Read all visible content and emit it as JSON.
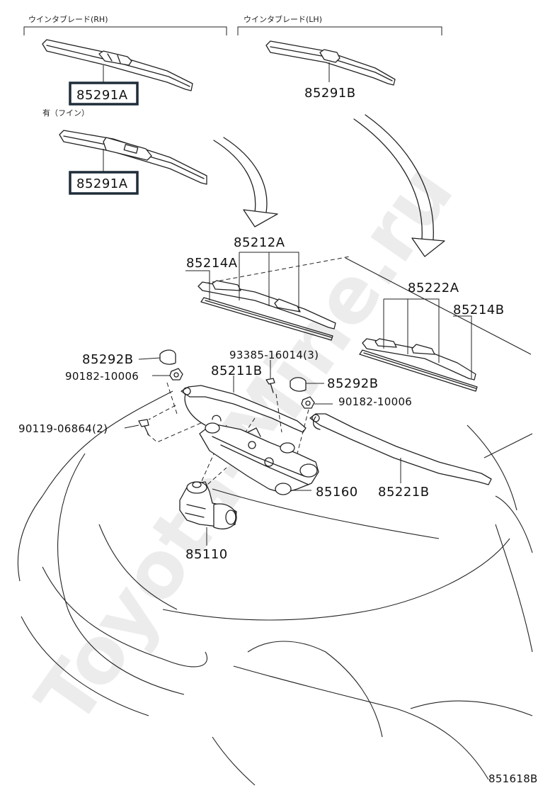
{
  "header": {
    "blade_rh_title": "ウインタブレード(RH)",
    "blade_lh_title": "ウインタブレード(LH)",
    "blade_variant_note": "有（フイン）"
  },
  "parts": {
    "blade_rh_upper": "85291A",
    "blade_rh_lower": "85291A",
    "blade_lh": "85291B",
    "blade_assy_front": "85212A",
    "rubber_front": "85214A",
    "blade_assy_rear": "85222A",
    "rubber_rear": "85214B",
    "cap_left": "85292B",
    "nut_left": "90182-10006",
    "bolt": "93385-16014(3)",
    "arm_front": "85211B",
    "cap_right": "85292B",
    "nut_right": "90182-10006",
    "bolt_link": "90119-06864(2)",
    "link_assy": "85160",
    "arm_rear": "85221B",
    "motor": "85110"
  },
  "footer": {
    "diagram_code": "851618B"
  },
  "watermark": "Toyota-Mine.ru"
}
